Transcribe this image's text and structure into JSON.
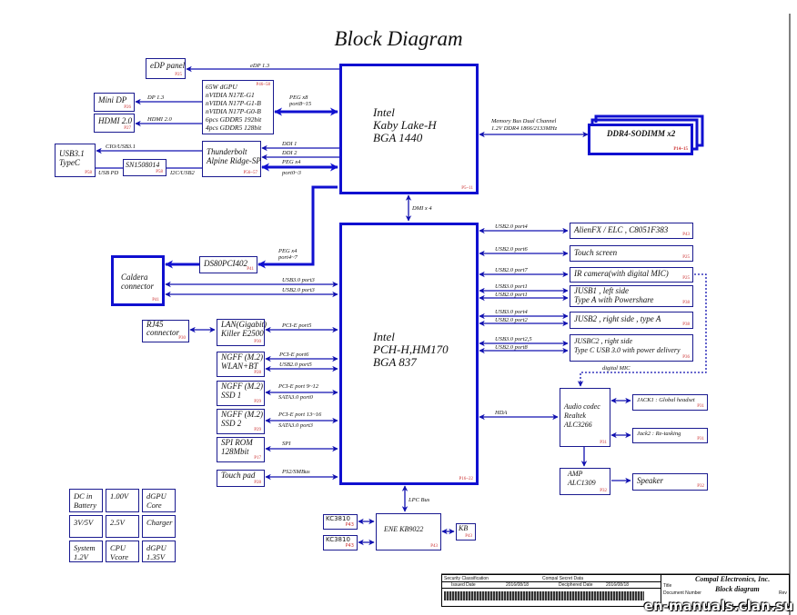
{
  "title": "Block Diagram",
  "colors": {
    "line": "#1010b0",
    "thick": "#1010d0",
    "ref": "#cc3333"
  },
  "cpu": {
    "l1": "Intel",
    "l2": "Kaby Lake-H",
    "l3": "BGA 1440",
    "ref": "P5~11"
  },
  "pch": {
    "l1": "Intel",
    "l2": "PCH-H,HM170",
    "l3": "BGA 837",
    "ref": "P16~22"
  },
  "edp": {
    "label": "eDP panel",
    "ref": "P25",
    "link": "eDP 1.3"
  },
  "gpu": {
    "lines": [
      "65W dGPU",
      "nVIDIA N17E-G1",
      "nVIDIA N17P-G1-B",
      "nVIDIA N17P-G0-B",
      "6pcs GDDR5 192bit",
      "4pcs GDDR5 128bit"
    ],
    "ref": "P46~58",
    "link1": "PEG x8",
    "link2": "port8~15"
  },
  "minidp": {
    "label": "Mini DP",
    "ref": "P26",
    "link": "DP 1.3"
  },
  "hdmi": {
    "label": "HDMI 2.0",
    "ref": "P27",
    "link": "HDMI 2.0"
  },
  "usb31": {
    "l1": "USB3.1",
    "l2": "TypeC",
    "ref": "P58",
    "link": "CIO/USB3.1",
    "link2": "USB PD"
  },
  "sn": {
    "label": "SN1508014",
    "ref": "P58",
    "link": "I2C/USB2"
  },
  "tb": {
    "l1": "Thunderbolt",
    "l2": "Alpine Ridge-SP",
    "ref": "P56~57",
    "ddi1": "DDI 1",
    "ddi2": "DDI 2",
    "peg1": "PEG x4",
    "peg2": "port0~3"
  },
  "ddr": {
    "label": "DDR4-SODIMM x2",
    "ref": "P14~15",
    "link1": "Memory Bus Dual Channel",
    "link2": "1.2V DDR4 1866/2133MHz"
  },
  "dmi": "DMI x 4",
  "caldera": {
    "l1": "Caldera",
    "l2": "connector",
    "ref": "P41",
    "usb3": "USB3.0 port3",
    "usb2": "USB2.0 port3"
  },
  "ds80": {
    "label": "DS80PCI402",
    "ref": "P41",
    "peg1": "PEG x4",
    "peg2": "port4~7"
  },
  "rj45": {
    "l1": "RJ45",
    "l2": "connector",
    "ref": "P30"
  },
  "lan": {
    "l1": "LAN(Gigabit)",
    "l2": "Killer E2500",
    "ref": "P30",
    "link": "PCI-E port5"
  },
  "wlan": {
    "l1": "NGFF (M.2)",
    "l2": "WLAN+BT",
    "ref": "P28",
    "link1": "PCI-E port6",
    "link2": "USB2.0 port5"
  },
  "ssd1": {
    "l1": "NGFF (M.2)",
    "l2": "SSD 1",
    "ref": "P29",
    "link1": "PCI-E port 9~12",
    "link2": "SATA3.0 port0"
  },
  "ssd2": {
    "l1": "NGFF (M.2)",
    "l2": "SSD 2",
    "ref": "P29",
    "link1": "PCI-E port 13~16",
    "link2": "SATA3.0 port3"
  },
  "spi": {
    "l1": "SPI ROM",
    "l2": "128Mbit",
    "ref": "P17",
    "link": "SPI"
  },
  "touchpad": {
    "label": "Touch pad",
    "ref": "P28",
    "link": "PS2/SMBus"
  },
  "right": [
    {
      "label": "AlienFX / ELC , C8051F383",
      "ref": "P43",
      "links": [
        "USB2.0 port4"
      ]
    },
    {
      "label": "Touch screen",
      "ref": "P25",
      "links": [
        "USB2.0 port6"
      ]
    },
    {
      "label": "IR camera(with digital MIC)",
      "ref": "P25",
      "links": [
        "USB2.0 port7"
      ]
    },
    {
      "label": "JUSB1 , left side",
      "label2": "Type A with Powershare",
      "ref": "P38",
      "links": [
        "USB3.0 port1",
        "USB2.0 port1"
      ]
    },
    {
      "label": "JUSB2 , right side , type A",
      "ref": "P38",
      "links": [
        "USB3.0 port4",
        "USB2.0 port2"
      ]
    },
    {
      "label": "JUSBC2 , right side",
      "label2": "Type C USB 3.0 with power delivery",
      "ref": "P36",
      "links": [
        "USB3.0 port2,5",
        "USB2.0 port8"
      ]
    }
  ],
  "digital_mic": "digital MIC",
  "codec": {
    "l1": "Audio codec",
    "l2": "Realtek",
    "l3": "ALC3266",
    "ref": "P31",
    "link": "HDA"
  },
  "jack1": {
    "label": "JACK1 : Global headset",
    "ref": "P31"
  },
  "jack2": {
    "label": "Jack2 : Re-tasking",
    "ref": "P31"
  },
  "amp": {
    "l1": "AMP",
    "l2": "ALC1309",
    "ref": "P32"
  },
  "speaker": {
    "label": "Speaker",
    "ref": "P32"
  },
  "lpc": "LPC Bus",
  "kc1": {
    "label": "KC3810",
    "ref": "P43"
  },
  "kc2": {
    "label": "KC3810",
    "ref": "P43"
  },
  "ene": {
    "label": "ENE KB9022",
    "ref": "P43"
  },
  "kb": {
    "label": "KB",
    "ref": "P43"
  },
  "power": [
    [
      "DC in\nBattery",
      "1.00V",
      "dGPU\nCore"
    ],
    [
      "3V/5V",
      "2.5V",
      "Charger"
    ],
    [
      "System\n1.2V",
      "CPU\nVcore",
      "dGPU\n1.35V"
    ]
  ],
  "titleblock": {
    "security": "Security Classification",
    "secret": "Compal Secret Data",
    "issued": "Issued Date",
    "issued_val": "2016/08/18",
    "deciphered": "Deciphered Date",
    "deciphered_val": "2016/08/18",
    "company": "Compal Electronics, Inc.",
    "title_lbl": "Title",
    "doc_title": "Block diagram",
    "docnum": "Document Number",
    "rev": "Rev"
  },
  "watermark": "en-manuals.clan.su"
}
